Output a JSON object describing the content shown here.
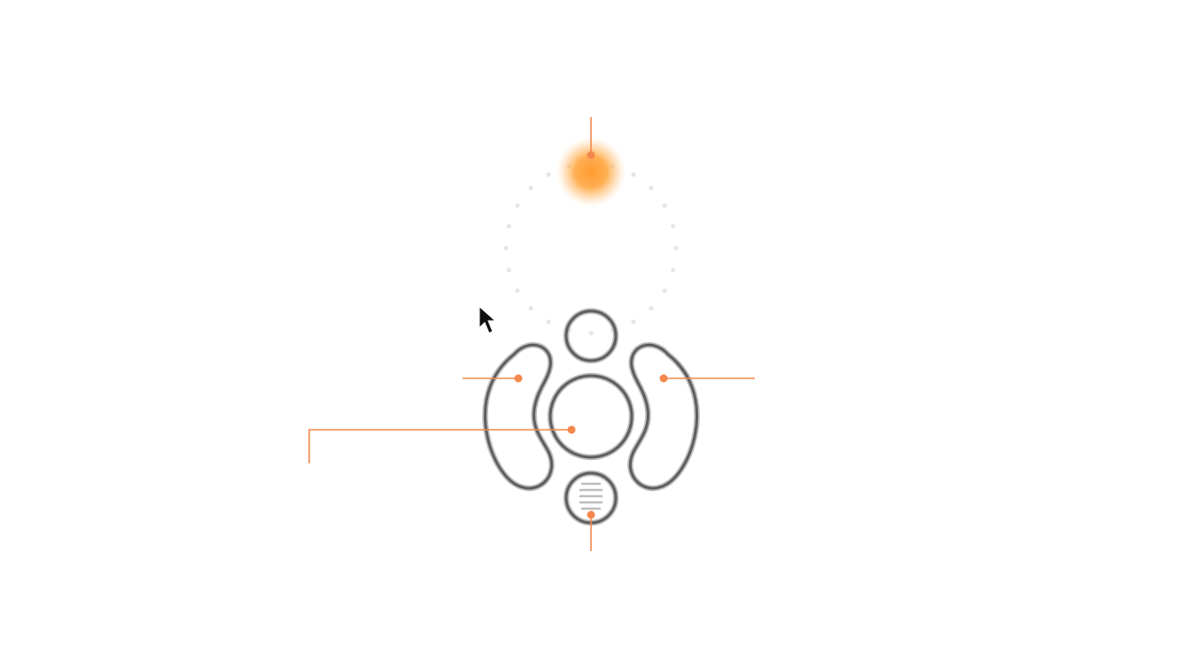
{
  "controller": {
    "buttons": [
      {
        "id": "top-button"
      },
      {
        "id": "left-paddle"
      },
      {
        "id": "center-button"
      },
      {
        "id": "right-paddle"
      },
      {
        "id": "mic-button"
      }
    ],
    "indicator": {
      "glow_color": "#ffa03a",
      "ring": "dotted"
    }
  },
  "colors": {
    "callout": "#f4874d",
    "button_outline": "#5e5e5e",
    "button_halo": "#bcbcbc",
    "track_dots": "#e6e6e6"
  },
  "cursor": {
    "icon": "arrow-cursor-icon",
    "visible": true
  }
}
